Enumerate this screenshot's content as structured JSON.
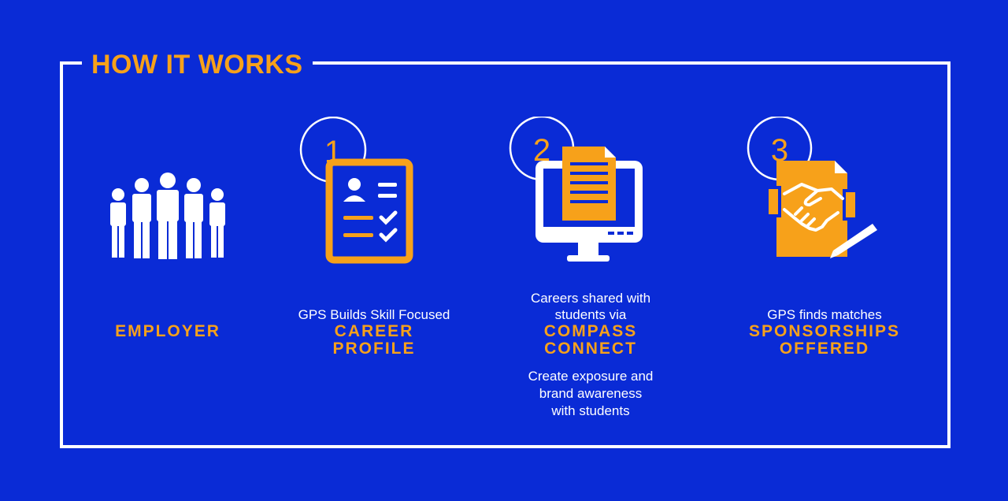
{
  "title": "HOW IT WORKS",
  "colors": {
    "background": "#0a2bd6",
    "accent": "#f7a11a",
    "line": "#ffffff"
  },
  "steps": [
    {
      "number": "",
      "icon": "employer-group-icon",
      "accent": "EMPLOYER"
    },
    {
      "number": "1",
      "icon": "profile-document-icon",
      "intro": "GPS Builds Skill Focused",
      "accent_line1": "CAREER",
      "accent_line2": "PROFILE"
    },
    {
      "number": "2",
      "icon": "computer-document-icon",
      "intro_line1": "Careers shared with",
      "intro_line2": "students via",
      "accent_line1": "COMPASS",
      "accent_line2": "CONNECT",
      "note_line1": "Create exposure and",
      "note_line2": "brand awareness",
      "note_line3": "with students"
    },
    {
      "number": "3",
      "icon": "handshake-contract-icon",
      "intro": "GPS finds matches",
      "accent_line1": "SPONSORSHIPS",
      "accent_line2": "OFFERED"
    }
  ]
}
